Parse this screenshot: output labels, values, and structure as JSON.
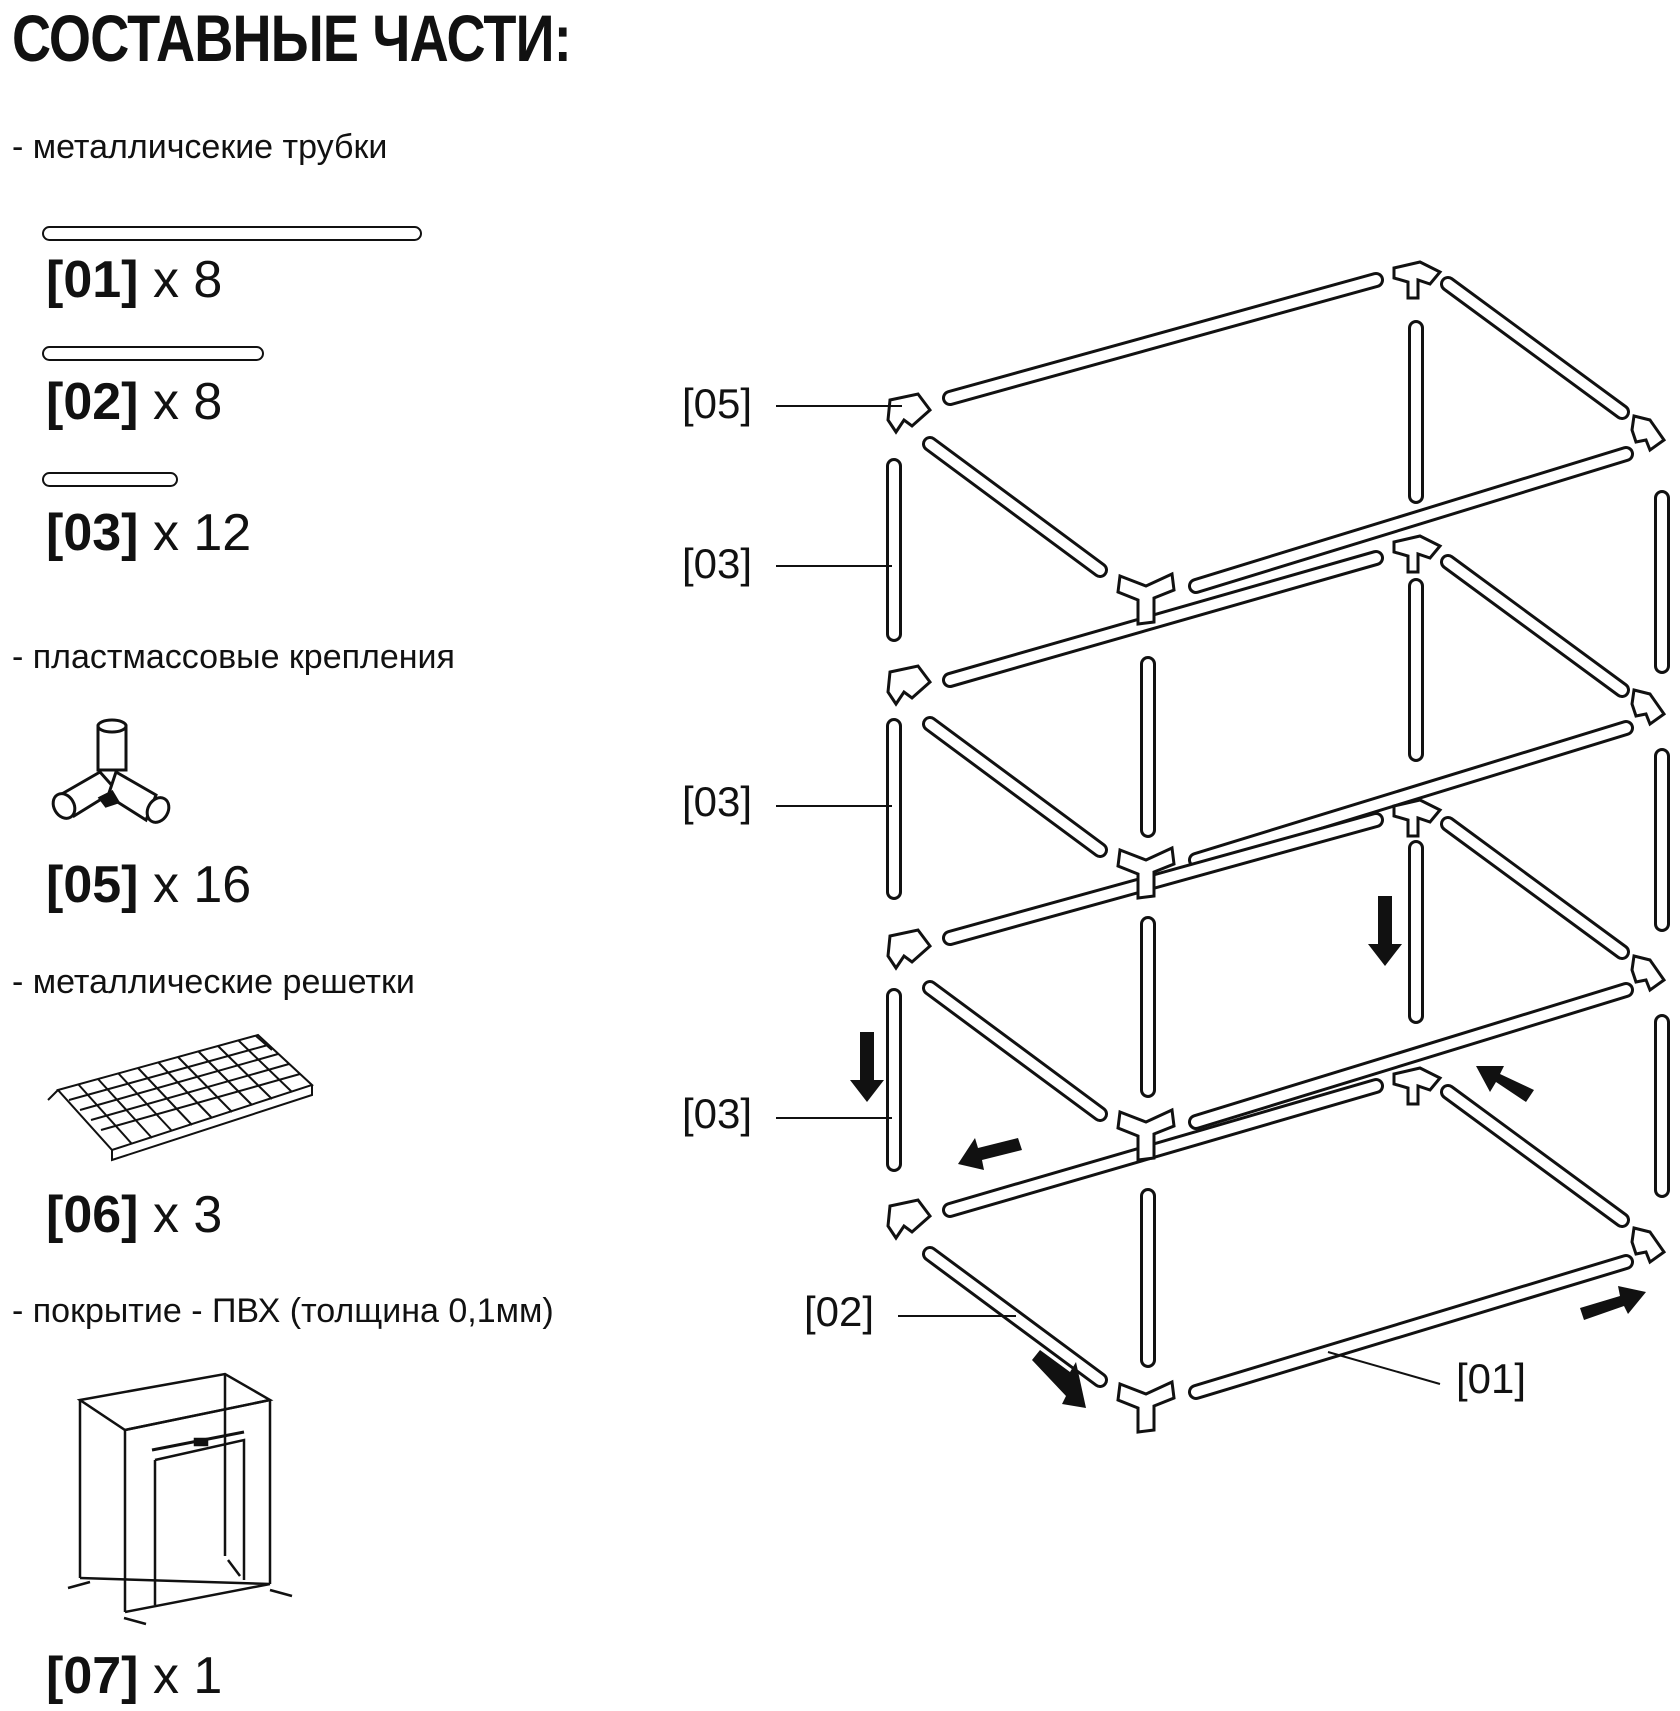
{
  "title": "СОСТАВНЫЕ ЧАСТИ:",
  "sections": {
    "tubes": "- металличсекие трубки",
    "fittings": "- пластмассовые крепления",
    "grids": "- металлические решетки",
    "cover": "- покрытие - ПВХ (толщина 0,1мм)"
  },
  "parts": [
    {
      "code": "[01]",
      "qty": "x 8"
    },
    {
      "code": "[02]",
      "qty": "x 8"
    },
    {
      "code": "[03]",
      "qty": "x 12"
    },
    {
      "code": "[05]",
      "qty": "x 16"
    },
    {
      "code": "[06]",
      "qty": "x 3"
    },
    {
      "code": "[07]",
      "qty": "x 1"
    }
  ],
  "callouts": {
    "c05": "[05]",
    "c03a": "[03]",
    "c03b": "[03]",
    "c03c": "[03]",
    "c02": "[02]",
    "c01": "[01]"
  }
}
